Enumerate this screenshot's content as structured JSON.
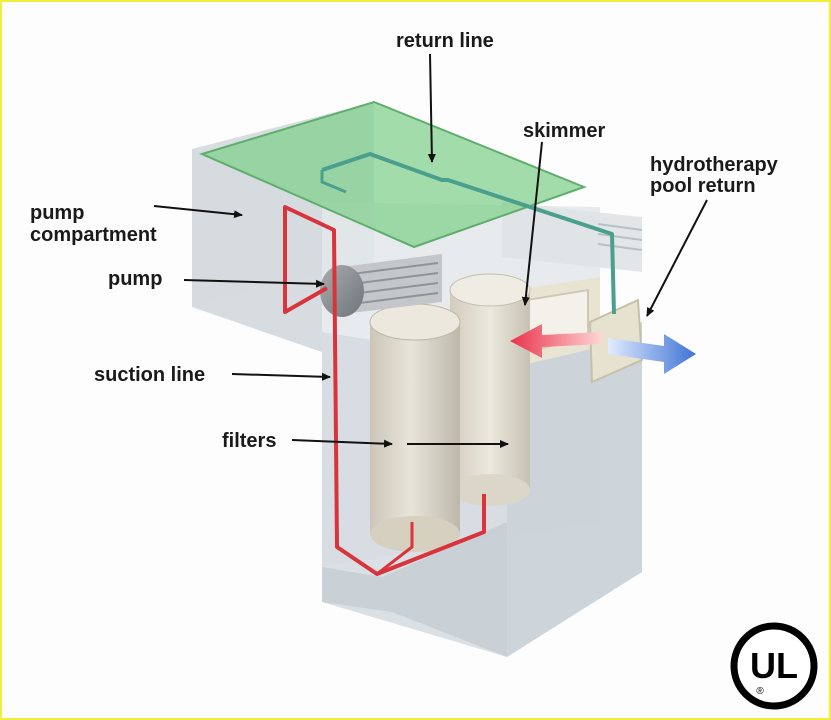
{
  "labels": {
    "return_line": "return line",
    "skimmer": "skimmer",
    "hydrotherapy_line1": "hydrotherapy",
    "hydrotherapy_line2": "pool return",
    "pump_compartment_line1": "pump",
    "pump_compartment_line2": "compartment",
    "pump": "pump",
    "suction_line": "suction line",
    "filters": "filters"
  },
  "logo": {
    "text": "UL",
    "mark": "®"
  },
  "colors": {
    "border": "#f2ee3a",
    "lid": "#7fcf8a",
    "suction_line": "#d9343b",
    "return_line": "#4aa08c",
    "inflow_arrow": "#e8334a",
    "outflow_arrow": "#4d7fd6"
  }
}
